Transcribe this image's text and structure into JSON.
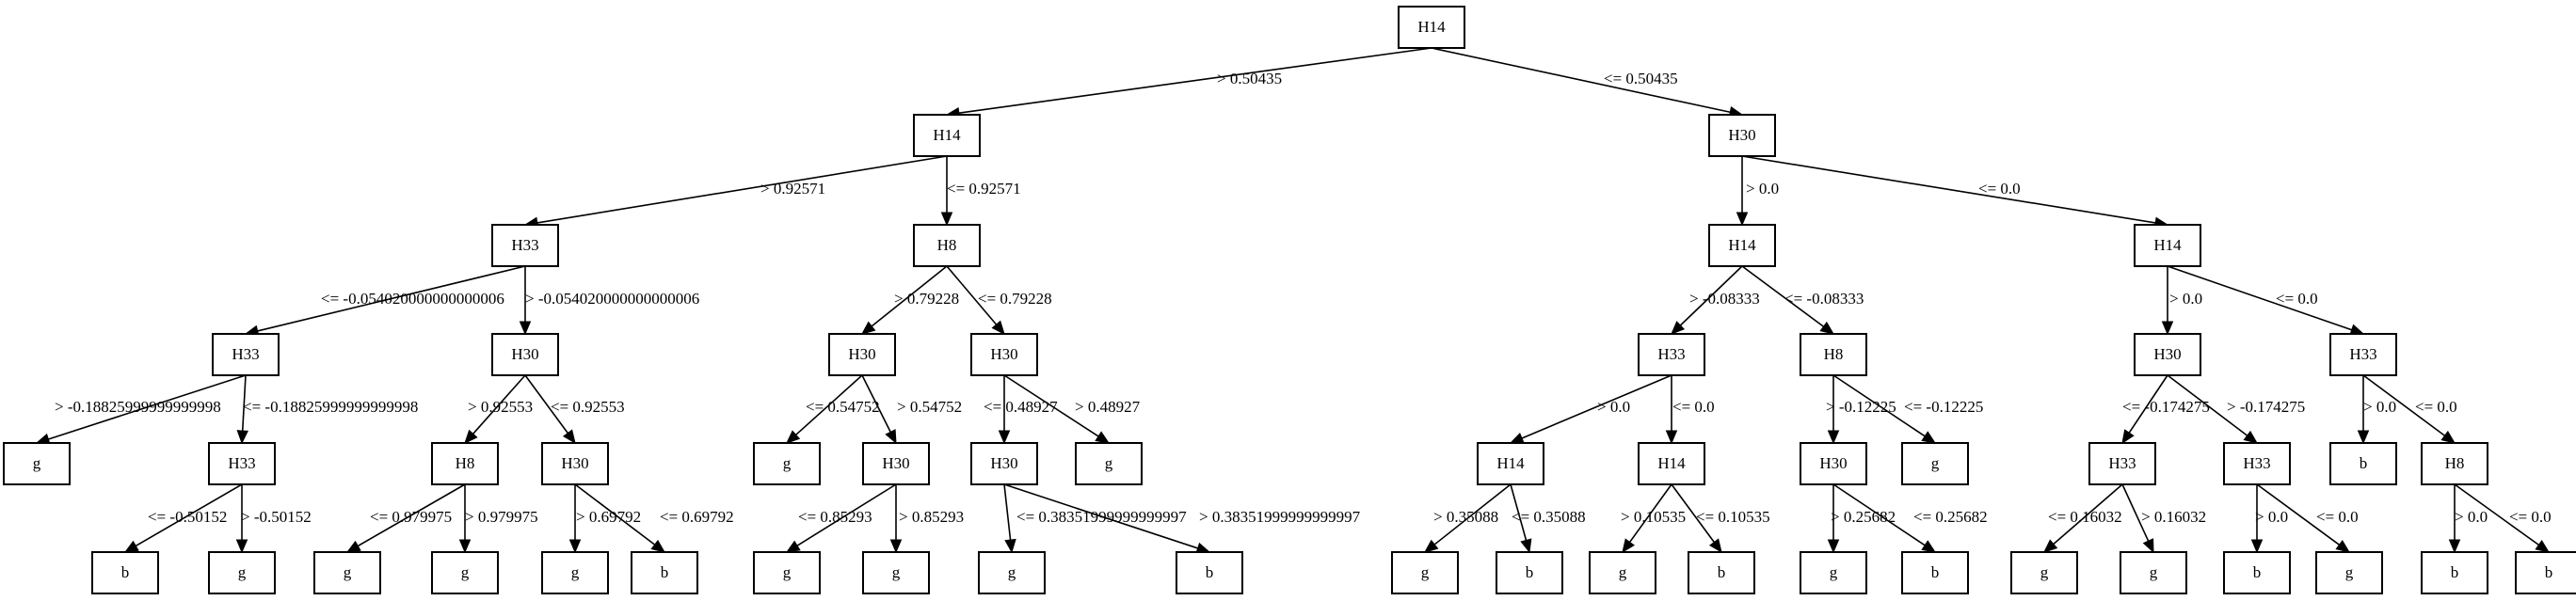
{
  "tree": {
    "nodes": {
      "n0": "H14",
      "n1": "H14",
      "n2": "H30",
      "n3": "H33",
      "n4": "H8",
      "n5": "H14",
      "n6": "H14",
      "n7": "H33",
      "n8": "H30",
      "n9": "H30",
      "n10": "H30",
      "n11": "H33",
      "n12": "H8",
      "n13": "H30",
      "n14": "H33",
      "n15": "g",
      "n16": "H33",
      "n17": "H8",
      "n18": "H30",
      "n19": "g",
      "n20": "H30",
      "n21": "H30",
      "n22": "g",
      "n23": "H14",
      "n24": "H14",
      "n25": "H30",
      "n26": "g",
      "n27": "H33",
      "n28": "H33",
      "n29": "b",
      "n30": "H8",
      "n31": "b",
      "n32": "g",
      "n33": "g",
      "n34": "g",
      "n35": "g",
      "n36": "b",
      "n37": "g",
      "n38": "g",
      "n39": "g",
      "n40": "b",
      "n41": "g",
      "n42": "b",
      "n43": "g",
      "n44": "b",
      "n45": "g",
      "n46": "b",
      "n47": "g",
      "n48": "g",
      "n49": "b",
      "n50": "g",
      "n51": "b",
      "n52": "b"
    },
    "edges": {
      "e0": "> 0.50435",
      "e1": "<= 0.50435",
      "e2": "> 0.92571",
      "e3": "<= 0.92571",
      "e4": "> 0.0",
      "e5": "<= 0.0",
      "e6": "<= -0.054020000000000006",
      "e7": "> -0.054020000000000006",
      "e8": "> 0.79228",
      "e9": "<= 0.79228",
      "e10": "> -0.08333",
      "e11": "<= -0.08333",
      "e12": "> 0.0",
      "e13": "<= 0.0",
      "e14": "> -0.18825999999999998",
      "e15": "<= -0.18825999999999998",
      "e16": "> 0.92553",
      "e17": "<= 0.92553",
      "e18": "<= 0.54752",
      "e19": "> 0.54752",
      "e20": "<= 0.48927",
      "e21": "> 0.48927",
      "e22": "> 0.0",
      "e23": "<= 0.0",
      "e24": "> -0.12225",
      "e25": "<= -0.12225",
      "e26": "<= -0.174275",
      "e27": "> -0.174275",
      "e28": "> 0.0",
      "e29": "<= 0.0",
      "e30": "<= -0.50152",
      "e31": "> -0.50152",
      "e32": "<= 0.979975",
      "e33": "> 0.979975",
      "e34": "> 0.69792",
      "e35": "<= 0.69792",
      "e36": "<= 0.85293",
      "e37": "> 0.85293",
      "e38": "<= 0.38351999999999997",
      "e39": "> 0.38351999999999997",
      "e40": "> 0.35088",
      "e41": "<= 0.35088",
      "e42": "> 0.10535",
      "e43": "<= 0.10535",
      "e44": "> 0.25682",
      "e45": "<= 0.25682",
      "e46": "<= 0.16032",
      "e47": "> 0.16032",
      "e48": "> 0.0",
      "e49": "<= 0.0",
      "e50": "> 0.0",
      "e51": "<= 0.0"
    }
  }
}
